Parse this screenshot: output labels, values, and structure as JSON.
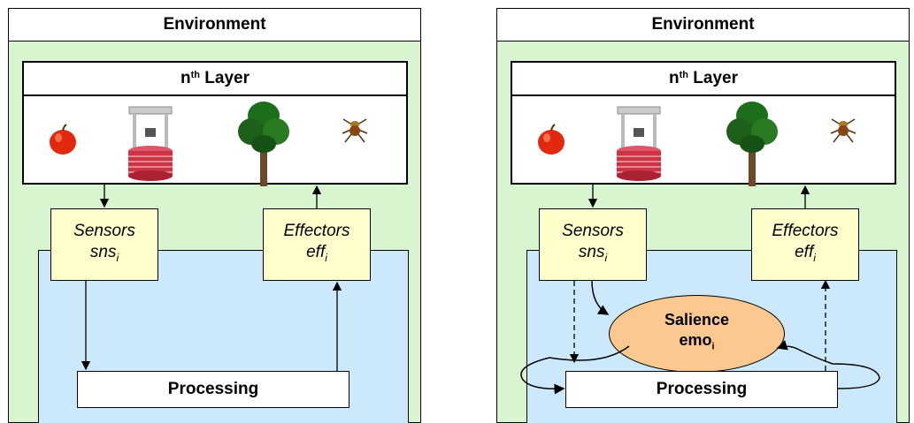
{
  "left_panel": {
    "environment_label": "Environment",
    "layer_label": "n",
    "layer_sup": "th",
    "layer_suffix": " Layer",
    "sensors_label": "Sensors",
    "sensors_sub_label": "sns",
    "sensors_sub_index": "i",
    "effectors_label": "Effectors",
    "effectors_sub_label": "eff",
    "effectors_sub_index": "i",
    "processing_label": "Processing"
  },
  "right_panel": {
    "environment_label": "Environment",
    "layer_label": "n",
    "layer_sup": "th",
    "layer_suffix": " Layer",
    "sensors_label": "Sensors",
    "sensors_sub_label": "sns",
    "sensors_sub_index": "i",
    "effectors_label": "Effectors",
    "effectors_sub_label": "eff",
    "effectors_sub_index": "i",
    "salience_label": "Salience",
    "salience_sub_label": "emo",
    "salience_sub_index": "i",
    "processing_label": "Processing"
  },
  "icons": [
    "apple-icon",
    "well-icon",
    "tree-icon",
    "spider-icon"
  ],
  "colors": {
    "environment_bg": "#d9f5cf",
    "processing_area_bg": "#cce8fb",
    "box_bg": "#ffffcc",
    "salience_bg": "#fbc990"
  }
}
